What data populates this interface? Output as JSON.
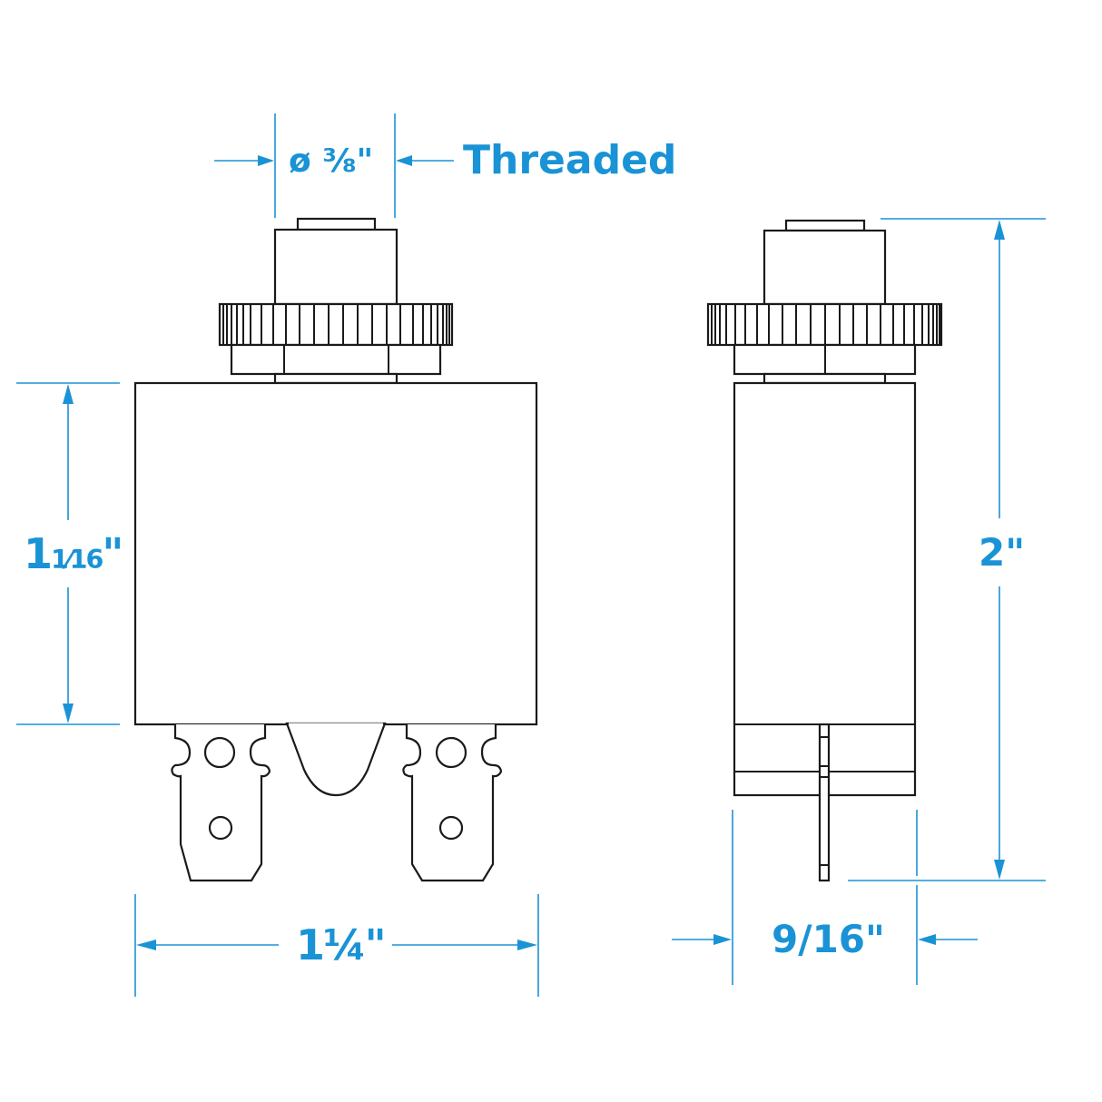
{
  "colors": {
    "dimension": "#1a93d6",
    "outline": "#1a1a1a",
    "background": "#ffffff"
  },
  "views": {
    "front": {
      "name": "front-view"
    },
    "side": {
      "name": "side-view"
    }
  },
  "dimensions": {
    "thread_diameter": {
      "symbol": "ø",
      "value": "3⁄8\"",
      "note": "Threaded"
    },
    "body_height": {
      "value": "1 1⁄16\""
    },
    "overall_height": {
      "value": "2\""
    },
    "body_width": {
      "value": "1 1⁄4\""
    },
    "body_depth": {
      "value": "9/16\""
    }
  },
  "labels": {
    "thread": "ø ⅜\"",
    "threaded": "Threaded",
    "body_height_whole": "1",
    "body_height_frac": "1⁄16",
    "body_height_unit": "\"",
    "overall_height": "2\"",
    "body_width_whole": "1",
    "body_width_frac": "¼",
    "body_width_unit": "\"",
    "body_depth": "9/16\""
  }
}
